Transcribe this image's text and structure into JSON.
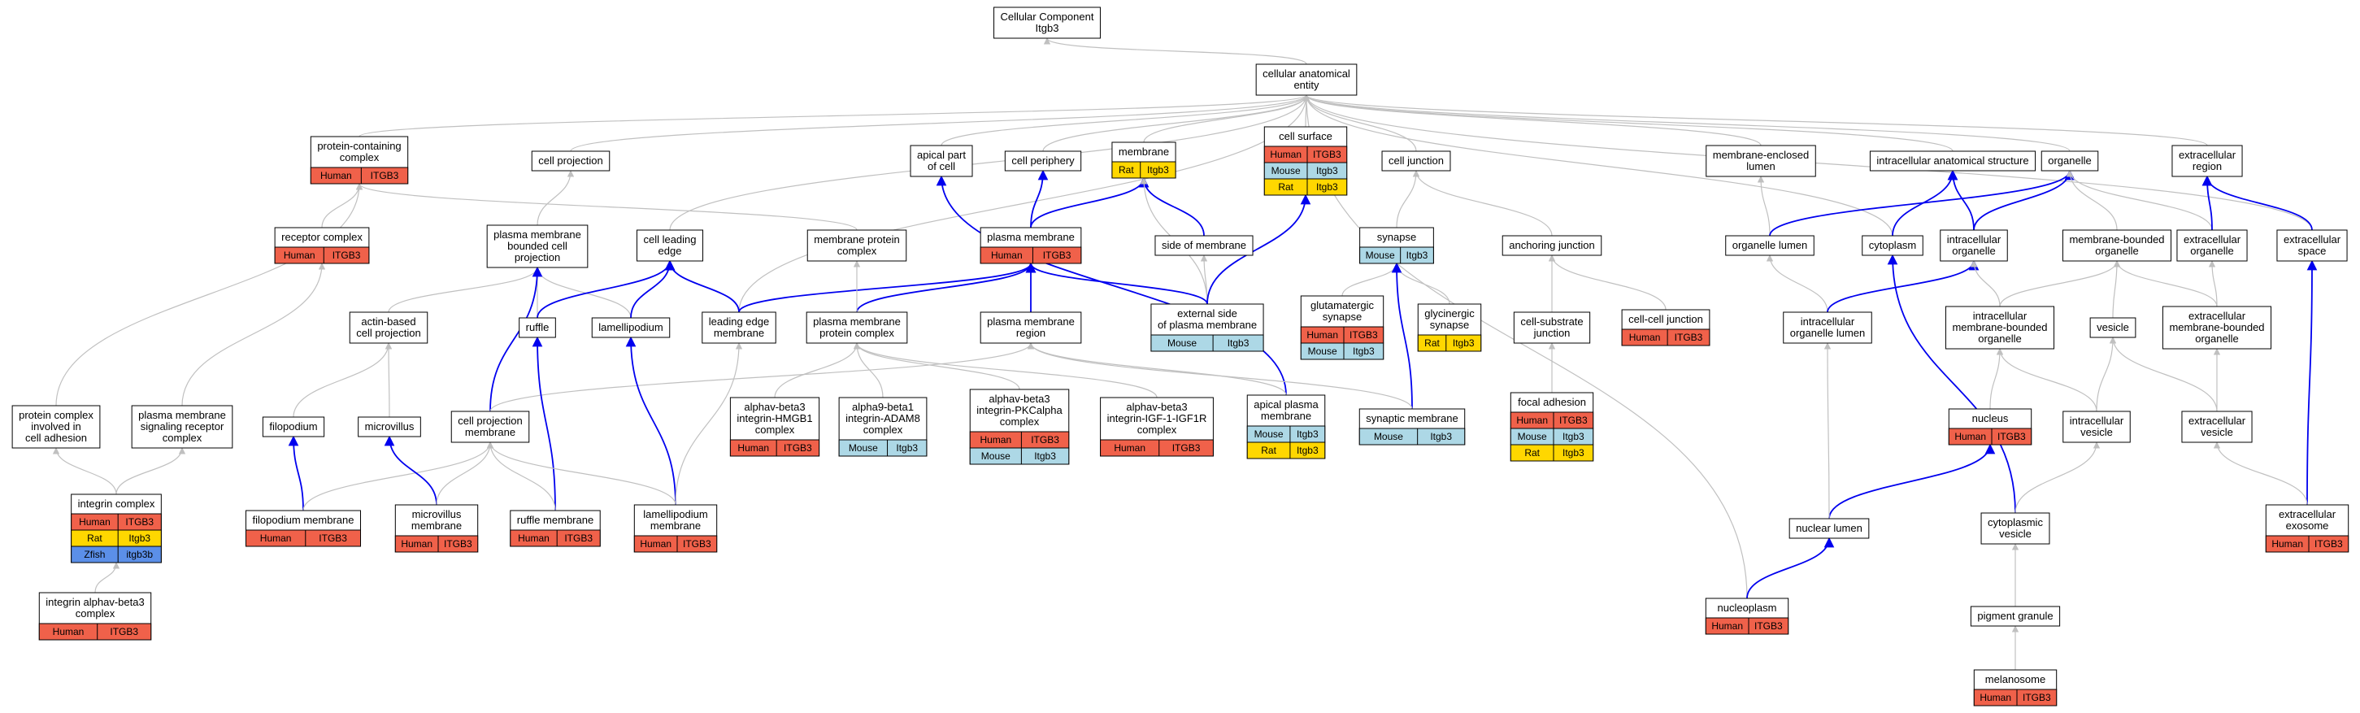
{
  "colors": {
    "Human": "#f0614a",
    "Mouse": "#add8e6",
    "Rat": "#ffd700",
    "Zfish": "#5b8fe8",
    "edge_gray": "#c0c0c0",
    "edge_blue": "#0000ee"
  },
  "nodes": [
    {
      "id": "cc",
      "lines": [
        "Cellular Component",
        "Itgb3"
      ],
      "rows": []
    },
    {
      "id": "cae",
      "lines": [
        "cellular anatomical",
        "entity"
      ],
      "rows": []
    },
    {
      "id": "pcc",
      "lines": [
        "protein-containing",
        "complex"
      ],
      "rows": [
        [
          "Human",
          "ITGB3"
        ]
      ]
    },
    {
      "id": "cproj",
      "lines": [
        "cell projection"
      ],
      "rows": []
    },
    {
      "id": "apical",
      "lines": [
        "apical part",
        "of cell"
      ],
      "rows": []
    },
    {
      "id": "cperi",
      "lines": [
        "cell periphery"
      ],
      "rows": []
    },
    {
      "id": "membrane",
      "lines": [
        "membrane"
      ],
      "rows": [
        [
          "Rat",
          "Itgb3"
        ]
      ]
    },
    {
      "id": "csurf",
      "lines": [
        "cell surface"
      ],
      "rows": [
        [
          "Human",
          "ITGB3"
        ],
        [
          "Mouse",
          "Itgb3"
        ],
        [
          "Rat",
          "Itgb3"
        ]
      ]
    },
    {
      "id": "cjunc",
      "lines": [
        "cell junction"
      ],
      "rows": []
    },
    {
      "id": "melumen",
      "lines": [
        "membrane-enclosed",
        "lumen"
      ],
      "rows": []
    },
    {
      "id": "ias",
      "lines": [
        "intracellular anatomical structure"
      ],
      "rows": []
    },
    {
      "id": "organelle",
      "lines": [
        "organelle"
      ],
      "rows": []
    },
    {
      "id": "ecreg",
      "lines": [
        "extracellular",
        "region"
      ],
      "rows": []
    },
    {
      "id": "rcomplex",
      "lines": [
        "receptor complex"
      ],
      "rows": [
        [
          "Human",
          "ITGB3"
        ]
      ]
    },
    {
      "id": "pmbcp",
      "lines": [
        "plasma membrane",
        "bounded cell",
        "projection"
      ],
      "rows": []
    },
    {
      "id": "cledge",
      "lines": [
        "cell leading",
        "edge"
      ],
      "rows": []
    },
    {
      "id": "mpc",
      "lines": [
        "membrane protein",
        "complex"
      ],
      "rows": []
    },
    {
      "id": "pm",
      "lines": [
        "plasma membrane"
      ],
      "rows": [
        [
          "Human",
          "ITGB3"
        ]
      ]
    },
    {
      "id": "som",
      "lines": [
        "side of membrane"
      ],
      "rows": []
    },
    {
      "id": "synapse",
      "lines": [
        "synapse"
      ],
      "rows": [
        [
          "Mouse",
          "Itgb3"
        ]
      ]
    },
    {
      "id": "ajunc",
      "lines": [
        "anchoring junction"
      ],
      "rows": []
    },
    {
      "id": "olumen",
      "lines": [
        "organelle lumen"
      ],
      "rows": []
    },
    {
      "id": "cytoplasm",
      "lines": [
        "cytoplasm"
      ],
      "rows": []
    },
    {
      "id": "iorg",
      "lines": [
        "intracellular",
        "organelle"
      ],
      "rows": []
    },
    {
      "id": "mbo",
      "lines": [
        "membrane-bounded",
        "organelle"
      ],
      "rows": []
    },
    {
      "id": "ecorg",
      "lines": [
        "extracellular",
        "organelle"
      ],
      "rows": []
    },
    {
      "id": "ecspace",
      "lines": [
        "extracellular",
        "space"
      ],
      "rows": []
    },
    {
      "id": "abcp",
      "lines": [
        "actin-based",
        "cell projection"
      ],
      "rows": []
    },
    {
      "id": "ruffle",
      "lines": [
        "ruffle"
      ],
      "rows": []
    },
    {
      "id": "lamellipodium",
      "lines": [
        "lamellipodium"
      ],
      "rows": []
    },
    {
      "id": "lem",
      "lines": [
        "leading edge",
        "membrane"
      ],
      "rows": []
    },
    {
      "id": "pmpc",
      "lines": [
        "plasma membrane",
        "protein complex"
      ],
      "rows": []
    },
    {
      "id": "pmr",
      "lines": [
        "plasma membrane",
        "region"
      ],
      "rows": []
    },
    {
      "id": "espm",
      "lines": [
        "external side",
        "of plasma membrane"
      ],
      "rows": [
        [
          "Mouse",
          "Itgb3"
        ]
      ]
    },
    {
      "id": "glusyn",
      "lines": [
        "glutamatergic",
        "synapse"
      ],
      "rows": [
        [
          "Human",
          "ITGB3"
        ],
        [
          "Mouse",
          "Itgb3"
        ]
      ]
    },
    {
      "id": "glysyn",
      "lines": [
        "glycinergic",
        "synapse"
      ],
      "rows": [
        [
          "Rat",
          "Itgb3"
        ]
      ]
    },
    {
      "id": "csj",
      "lines": [
        "cell-substrate",
        "junction"
      ],
      "rows": []
    },
    {
      "id": "ccj",
      "lines": [
        "cell-cell junction"
      ],
      "rows": [
        [
          "Human",
          "ITGB3"
        ]
      ]
    },
    {
      "id": "iol",
      "lines": [
        "intracellular",
        "organelle lumen"
      ],
      "rows": []
    },
    {
      "id": "imbo",
      "lines": [
        "intracellular",
        "membrane-bounded",
        "organelle"
      ],
      "rows": []
    },
    {
      "id": "vesicle",
      "lines": [
        "vesicle"
      ],
      "rows": []
    },
    {
      "id": "embo",
      "lines": [
        "extracellular",
        "membrane-bounded",
        "organelle"
      ],
      "rows": []
    },
    {
      "id": "pcica",
      "lines": [
        "protein complex",
        "involved in",
        "cell adhesion"
      ],
      "rows": []
    },
    {
      "id": "pmsrc",
      "lines": [
        "plasma membrane",
        "signaling receptor",
        "complex"
      ],
      "rows": []
    },
    {
      "id": "filopodium",
      "lines": [
        "filopodium"
      ],
      "rows": []
    },
    {
      "id": "microvillus",
      "lines": [
        "microvillus"
      ],
      "rows": []
    },
    {
      "id": "cpm",
      "lines": [
        "cell projection",
        "membrane"
      ],
      "rows": []
    },
    {
      "id": "abhmgb1",
      "lines": [
        "alphav-beta3",
        "integrin-HMGB1",
        "complex"
      ],
      "rows": [
        [
          "Human",
          "ITGB3"
        ]
      ]
    },
    {
      "id": "a9b1",
      "lines": [
        "alpha9-beta1",
        "integrin-ADAM8",
        "complex"
      ],
      "rows": [
        [
          "Mouse",
          "Itgb3"
        ]
      ]
    },
    {
      "id": "abpkc",
      "lines": [
        "alphav-beta3",
        "integrin-PKCalpha",
        "complex"
      ],
      "rows": [
        [
          "Human",
          "ITGB3"
        ],
        [
          "Mouse",
          "Itgb3"
        ]
      ]
    },
    {
      "id": "abigf",
      "lines": [
        "alphav-beta3",
        "integrin-IGF-1-IGF1R",
        "complex"
      ],
      "rows": [
        [
          "Human",
          "ITGB3"
        ]
      ]
    },
    {
      "id": "apm",
      "lines": [
        "apical plasma",
        "membrane"
      ],
      "rows": [
        [
          "Mouse",
          "Itgb3"
        ],
        [
          "Rat",
          "Itgb3"
        ]
      ]
    },
    {
      "id": "synm",
      "lines": [
        "synaptic membrane"
      ],
      "rows": [
        [
          "Mouse",
          "Itgb3"
        ]
      ]
    },
    {
      "id": "fadh",
      "lines": [
        "focal adhesion"
      ],
      "rows": [
        [
          "Human",
          "ITGB3"
        ],
        [
          "Mouse",
          "Itgb3"
        ],
        [
          "Rat",
          "Itgb3"
        ]
      ]
    },
    {
      "id": "nucleus",
      "lines": [
        "nucleus"
      ],
      "rows": [
        [
          "Human",
          "ITGB3"
        ]
      ]
    },
    {
      "id": "iv",
      "lines": [
        "intracellular",
        "vesicle"
      ],
      "rows": []
    },
    {
      "id": "ev",
      "lines": [
        "extracellular",
        "vesicle"
      ],
      "rows": []
    },
    {
      "id": "icomplex",
      "lines": [
        "integrin complex"
      ],
      "rows": [
        [
          "Human",
          "ITGB3"
        ],
        [
          "Rat",
          "Itgb3"
        ],
        [
          "Zfish",
          "itgb3b"
        ]
      ]
    },
    {
      "id": "fpm",
      "lines": [
        "filopodium membrane"
      ],
      "rows": [
        [
          "Human",
          "ITGB3"
        ]
      ]
    },
    {
      "id": "mvm",
      "lines": [
        "microvillus",
        "membrane"
      ],
      "rows": [
        [
          "Human",
          "ITGB3"
        ]
      ]
    },
    {
      "id": "rm",
      "lines": [
        "ruffle membrane"
      ],
      "rows": [
        [
          "Human",
          "ITGB3"
        ]
      ]
    },
    {
      "id": "lm",
      "lines": [
        "lamellipodium",
        "membrane"
      ],
      "rows": [
        [
          "Human",
          "ITGB3"
        ]
      ]
    },
    {
      "id": "nlumen",
      "lines": [
        "nuclear lumen"
      ],
      "rows": []
    },
    {
      "id": "cvesicle",
      "lines": [
        "cytoplasmic",
        "vesicle"
      ],
      "rows": []
    },
    {
      "id": "exo",
      "lines": [
        "extracellular",
        "exosome"
      ],
      "rows": [
        [
          "Human",
          "ITGB3"
        ]
      ]
    },
    {
      "id": "iab3",
      "lines": [
        "integrin alphav-beta3",
        "complex"
      ],
      "rows": [
        [
          "Human",
          "ITGB3"
        ]
      ]
    },
    {
      "id": "nucleoplasm",
      "lines": [
        "nucleoplasm"
      ],
      "rows": [
        [
          "Human",
          "ITGB3"
        ]
      ]
    },
    {
      "id": "pgranule",
      "lines": [
        "pigment granule"
      ],
      "rows": []
    },
    {
      "id": "melanosome",
      "lines": [
        "melanosome"
      ],
      "rows": [
        [
          "Human",
          "ITGB3"
        ]
      ]
    }
  ],
  "edges": [
    {
      "from": "cae",
      "to": "cc",
      "kind": "gray"
    },
    {
      "from": "pcc",
      "to": "cae",
      "kind": "gray"
    },
    {
      "from": "cproj",
      "to": "cae",
      "kind": "gray"
    },
    {
      "from": "apical",
      "to": "cae",
      "kind": "gray"
    },
    {
      "from": "cperi",
      "to": "cae",
      "kind": "gray"
    },
    {
      "from": "membrane",
      "to": "cae",
      "kind": "gray"
    },
    {
      "from": "csurf",
      "to": "cae",
      "kind": "gray"
    },
    {
      "from": "cjunc",
      "to": "cae",
      "kind": "gray"
    },
    {
      "from": "melumen",
      "to": "cae",
      "kind": "gray"
    },
    {
      "from": "ias",
      "to": "cae",
      "kind": "gray"
    },
    {
      "from": "organelle",
      "to": "cae",
      "kind": "gray"
    },
    {
      "from": "ecreg",
      "to": "cae",
      "kind": "gray"
    },
    {
      "from": "cledge",
      "to": "cae",
      "kind": "gray"
    },
    {
      "from": "lem",
      "to": "cae",
      "kind": "gray"
    },
    {
      "from": "cytoplasm",
      "to": "cae",
      "kind": "gray"
    },
    {
      "from": "nucleoplasm",
      "to": "cae",
      "kind": "gray"
    },
    {
      "from": "ecspace",
      "to": "cae",
      "kind": "gray"
    },
    {
      "from": "rcomplex",
      "to": "pcc",
      "kind": "gray"
    },
    {
      "from": "mpc",
      "to": "pcc",
      "kind": "gray"
    },
    {
      "from": "pcica",
      "to": "pcc",
      "kind": "gray"
    },
    {
      "from": "pmbcp",
      "to": "cproj",
      "kind": "gray"
    },
    {
      "from": "pm",
      "to": "cperi",
      "kind": "blue"
    },
    {
      "from": "pm",
      "to": "membrane",
      "kind": "blue"
    },
    {
      "from": "som",
      "to": "membrane",
      "kind": "blue"
    },
    {
      "from": "espm",
      "to": "membrane",
      "kind": "gray"
    },
    {
      "from": "espm",
      "to": "som",
      "kind": "gray"
    },
    {
      "from": "espm",
      "to": "csurf",
      "kind": "blue"
    },
    {
      "from": "synapse",
      "to": "cjunc",
      "kind": "gray"
    },
    {
      "from": "ajunc",
      "to": "cjunc",
      "kind": "gray"
    },
    {
      "from": "olumen",
      "to": "melumen",
      "kind": "gray"
    },
    {
      "from": "cytoplasm",
      "to": "ias",
      "kind": "blue"
    },
    {
      "from": "iorg",
      "to": "ias",
      "kind": "blue"
    },
    {
      "from": "iorg",
      "to": "organelle",
      "kind": "blue"
    },
    {
      "from": "olumen",
      "to": "organelle",
      "kind": "blue"
    },
    {
      "from": "mbo",
      "to": "organelle",
      "kind": "gray"
    },
    {
      "from": "ecorg",
      "to": "organelle",
      "kind": "gray"
    },
    {
      "from": "ecorg",
      "to": "ecreg",
      "kind": "blue"
    },
    {
      "from": "ecspace",
      "to": "ecreg",
      "kind": "blue"
    },
    {
      "from": "pmsrc",
      "to": "rcomplex",
      "kind": "gray"
    },
    {
      "from": "abcp",
      "to": "pmbcp",
      "kind": "gray"
    },
    {
      "from": "ruffle",
      "to": "pmbcp",
      "kind": "gray"
    },
    {
      "from": "lamellipodium",
      "to": "pmbcp",
      "kind": "gray"
    },
    {
      "from": "ruffle",
      "to": "cledge",
      "kind": "blue"
    },
    {
      "from": "lamellipodium",
      "to": "cledge",
      "kind": "blue"
    },
    {
      "from": "lem",
      "to": "cledge",
      "kind": "blue"
    },
    {
      "from": "lem",
      "to": "pm",
      "kind": "blue"
    },
    {
      "from": "pmpc",
      "to": "pm",
      "kind": "blue"
    },
    {
      "from": "pmpc",
      "to": "mpc",
      "kind": "gray"
    },
    {
      "from": "pmr",
      "to": "pm",
      "kind": "blue"
    },
    {
      "from": "espm",
      "to": "pm",
      "kind": "blue"
    },
    {
      "from": "glusyn",
      "to": "synapse",
      "kind": "gray"
    },
    {
      "from": "glysyn",
      "to": "synapse",
      "kind": "gray"
    },
    {
      "from": "synm",
      "to": "synapse",
      "kind": "blue"
    },
    {
      "from": "csj",
      "to": "ajunc",
      "kind": "gray"
    },
    {
      "from": "ccj",
      "to": "ajunc",
      "kind": "gray"
    },
    {
      "from": "iol",
      "to": "olumen",
      "kind": "gray"
    },
    {
      "from": "iol",
      "to": "iorg",
      "kind": "blue"
    },
    {
      "from": "imbo",
      "to": "iorg",
      "kind": "gray"
    },
    {
      "from": "imbo",
      "to": "mbo",
      "kind": "gray"
    },
    {
      "from": "vesicle",
      "to": "mbo",
      "kind": "gray"
    },
    {
      "from": "embo",
      "to": "mbo",
      "kind": "gray"
    },
    {
      "from": "embo",
      "to": "ecorg",
      "kind": "gray"
    },
    {
      "from": "filopodium",
      "to": "abcp",
      "kind": "gray"
    },
    {
      "from": "microvillus",
      "to": "abcp",
      "kind": "gray"
    },
    {
      "from": "cpm",
      "to": "pmbcp",
      "kind": "blue"
    },
    {
      "from": "cpm",
      "to": "pmr",
      "kind": "gray"
    },
    {
      "from": "abhmgb1",
      "to": "pmpc",
      "kind": "gray"
    },
    {
      "from": "a9b1",
      "to": "pmpc",
      "kind": "gray"
    },
    {
      "from": "abpkc",
      "to": "pmpc",
      "kind": "gray"
    },
    {
      "from": "abigf",
      "to": "pmpc",
      "kind": "gray"
    },
    {
      "from": "apm",
      "to": "apical",
      "kind": "blue"
    },
    {
      "from": "apm",
      "to": "pmr",
      "kind": "gray"
    },
    {
      "from": "synm",
      "to": "pmr",
      "kind": "gray"
    },
    {
      "from": "fadh",
      "to": "csj",
      "kind": "gray"
    },
    {
      "from": "nucleus",
      "to": "imbo",
      "kind": "gray"
    },
    {
      "from": "iv",
      "to": "imbo",
      "kind": "gray"
    },
    {
      "from": "iv",
      "to": "vesicle",
      "kind": "gray"
    },
    {
      "from": "ev",
      "to": "vesicle",
      "kind": "gray"
    },
    {
      "from": "ev",
      "to": "embo",
      "kind": "gray"
    },
    {
      "from": "icomplex",
      "to": "pcica",
      "kind": "gray"
    },
    {
      "from": "icomplex",
      "to": "pmsrc",
      "kind": "gray"
    },
    {
      "from": "fpm",
      "to": "filopodium",
      "kind": "blue"
    },
    {
      "from": "fpm",
      "to": "cpm",
      "kind": "gray"
    },
    {
      "from": "mvm",
      "to": "microvillus",
      "kind": "blue"
    },
    {
      "from": "mvm",
      "to": "cpm",
      "kind": "gray"
    },
    {
      "from": "rm",
      "to": "ruffle",
      "kind": "blue"
    },
    {
      "from": "rm",
      "to": "cpm",
      "kind": "gray"
    },
    {
      "from": "lm",
      "to": "lamellipodium",
      "kind": "blue"
    },
    {
      "from": "lm",
      "to": "cpm",
      "kind": "gray"
    },
    {
      "from": "lm",
      "to": "lem",
      "kind": "gray"
    },
    {
      "from": "nlumen",
      "to": "nucleus",
      "kind": "blue"
    },
    {
      "from": "nlumen",
      "to": "iol",
      "kind": "gray"
    },
    {
      "from": "cvesicle",
      "to": "cytoplasm",
      "kind": "blue"
    },
    {
      "from": "cvesicle",
      "to": "iv",
      "kind": "gray"
    },
    {
      "from": "exo",
      "to": "ecspace",
      "kind": "blue"
    },
    {
      "from": "exo",
      "to": "ev",
      "kind": "gray"
    },
    {
      "from": "iab3",
      "to": "icomplex",
      "kind": "gray"
    },
    {
      "from": "nucleoplasm",
      "to": "nlumen",
      "kind": "blue"
    },
    {
      "from": "pgranule",
      "to": "cvesicle",
      "kind": "gray"
    },
    {
      "from": "melanosome",
      "to": "pgranule",
      "kind": "gray"
    }
  ]
}
